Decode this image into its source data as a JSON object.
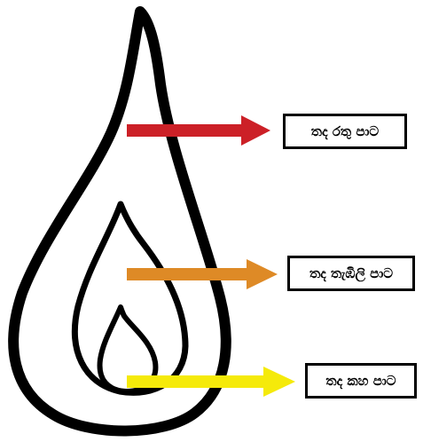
{
  "zones": [
    {
      "id": "outer",
      "label": "තද රතු පාට",
      "color": "#cc2027"
    },
    {
      "id": "middle",
      "label": "තද තැඹිලි පාට",
      "color": "#de8a26"
    },
    {
      "id": "inner",
      "label": "තද කහ පාට",
      "color": "#f5ea0a"
    }
  ]
}
